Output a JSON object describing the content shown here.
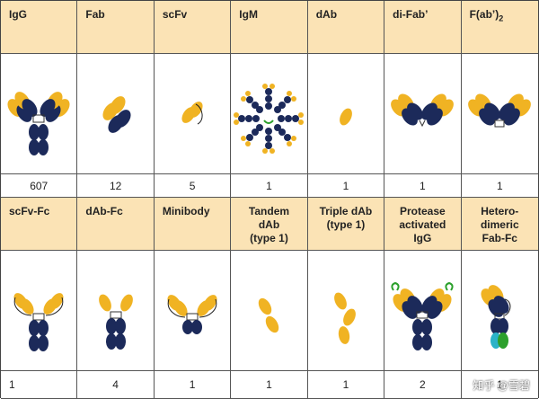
{
  "colors": {
    "header_bg": "#fbe3b5",
    "navy": "#1c2a5a",
    "gold": "#f0b323",
    "green": "#2ca02c",
    "teal": "#2bb3c8"
  },
  "row1": [
    {
      "header": "IgG",
      "count": "607",
      "icon": "igg-icon"
    },
    {
      "header": "Fab",
      "count": "12",
      "icon": "fab-icon"
    },
    {
      "header": "scFv",
      "count": "5",
      "icon": "scfv-icon"
    },
    {
      "header": "IgM",
      "count": "1",
      "icon": "igm-icon"
    },
    {
      "header": "dAb",
      "count": "1",
      "icon": "dab-icon"
    },
    {
      "header": "di-Fab’",
      "count": "1",
      "icon": "di-fab-icon"
    },
    {
      "header": "F(ab’)",
      "header_sub": "2",
      "count": "1",
      "icon": "fab2-icon"
    }
  ],
  "row2": [
    {
      "header": "scFv-Fc",
      "count": "1",
      "icon": "scfv-fc-icon"
    },
    {
      "header": "dAb-Fc",
      "count": "4",
      "icon": "dab-fc-icon"
    },
    {
      "header": "Minibody",
      "count": "1",
      "icon": "minibody-icon"
    },
    {
      "header": "Tandem\ndAb\n(type 1)",
      "count": "1",
      "icon": "tandem-dab-icon"
    },
    {
      "header": "Triple dAb\n(type 1)",
      "count": "1",
      "icon": "triple-dab-icon"
    },
    {
      "header": "Protease\nactivated\nIgG",
      "count": "2",
      "icon": "protease-igg-icon"
    },
    {
      "header": "Hetero-\ndimeric\nFab-Fc",
      "count": "1",
      "icon": "hetero-fab-fc-icon"
    }
  ],
  "watermark": "知乎 @雪碧"
}
